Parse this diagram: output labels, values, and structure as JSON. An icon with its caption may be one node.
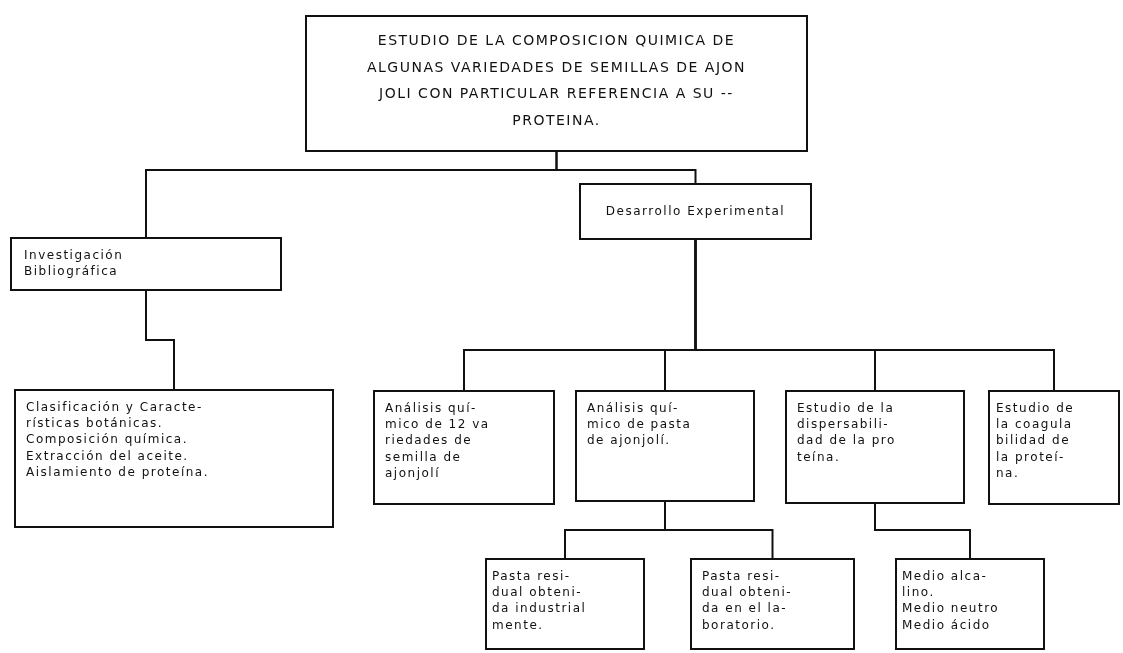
{
  "diagram": {
    "nodes": [
      {
        "text": [
          "ESTUDIO DE LA COMPOSICION QUIMICA DE ALGUNAS VARIEDADES DE SEMILLAS DE AJON JOLI CON PARTICULAR REFERENCIA A SU -- PROTEINA."
        ]
      },
      {
        "text": [
          "Investigación Bibliográfica"
        ]
      },
      {
        "text": [
          "Desarrollo Experimental"
        ]
      },
      {
        "text": [
          "Clasificación y Caracte- rísticas botánicas. Composición química. Extracción del aceite. Aislamiento de proteína."
        ]
      },
      {
        "text": [
          "Análisis quí- mico de 12 va riedades de semilla de ajonjolí"
        ]
      },
      {
        "text": [
          "Análisis quí- mico de pasta de ajonjolí."
        ]
      },
      {
        "text": [
          "Estudio de la dispersabili- dad de la pro teína."
        ]
      },
      {
        "text": [
          "Estudio de la coagula bilidad de la proteí- na."
        ]
      },
      {
        "text": [
          "Pasta resi- dual obteni- da industrial mente."
        ]
      },
      {
        "text": [
          "Pasta resi- dual obteni- da en el la- boratorio."
        ]
      },
      {
        "text": [
          "Medio alca- lino. Medio neutro Medio ácido"
        ]
      }
    ],
    "edges": [
      {
        "from": 0,
        "to": 1,
        "arrow": "none"
      },
      {
        "from": 0,
        "to": 2,
        "arrow": "none"
      },
      {
        "from": 1,
        "to": 3,
        "arrow": "none"
      },
      {
        "from": 2,
        "to": 4,
        "arrow": "none"
      },
      {
        "from": 2,
        "to": 5,
        "arrow": "none"
      },
      {
        "from": 2,
        "to": 6,
        "arrow": "none"
      },
      {
        "from": 2,
        "to": 7,
        "arrow": "none"
      },
      {
        "from": 5,
        "to": 8,
        "arrow": "none"
      },
      {
        "from": 5,
        "to": 9,
        "arrow": "none"
      },
      {
        "from": 6,
        "to": 10,
        "arrow": "none"
      }
    ]
  }
}
